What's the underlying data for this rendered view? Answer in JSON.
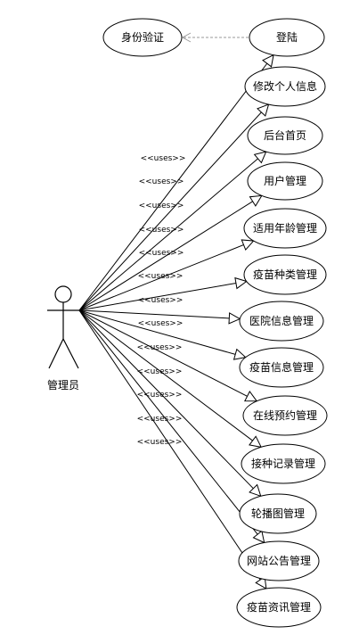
{
  "actor": {
    "name": "管理员"
  },
  "relation_label": "<<uses>>",
  "include_case": {
    "label": "身份验证"
  },
  "use_cases": [
    {
      "id": "login",
      "label": "登陆"
    },
    {
      "id": "edit-info",
      "label": "修改个人信息"
    },
    {
      "id": "backend-home",
      "label": "后台首页"
    },
    {
      "id": "user-mgmt",
      "label": "用户管理"
    },
    {
      "id": "age-mgmt",
      "label": "适用年龄管理"
    },
    {
      "id": "vaccine-type-mgmt",
      "label": "疫苗种类管理"
    },
    {
      "id": "hospital-mgmt",
      "label": "医院信息管理"
    },
    {
      "id": "vaccine-info-mgmt",
      "label": "疫苗信息管理"
    },
    {
      "id": "reservation-mgmt",
      "label": "在线预约管理"
    },
    {
      "id": "vaccination-record-mgmt",
      "label": "接种记录管理"
    },
    {
      "id": "carousel-mgmt",
      "label": "轮播图管理"
    },
    {
      "id": "notice-mgmt",
      "label": "网站公告管理"
    },
    {
      "id": "vaccine-news-mgmt",
      "label": "疫苗资讯管理"
    }
  ],
  "colors": {
    "stroke": "#000000",
    "dashed": "#9a9a9a",
    "background": "#ffffff"
  }
}
